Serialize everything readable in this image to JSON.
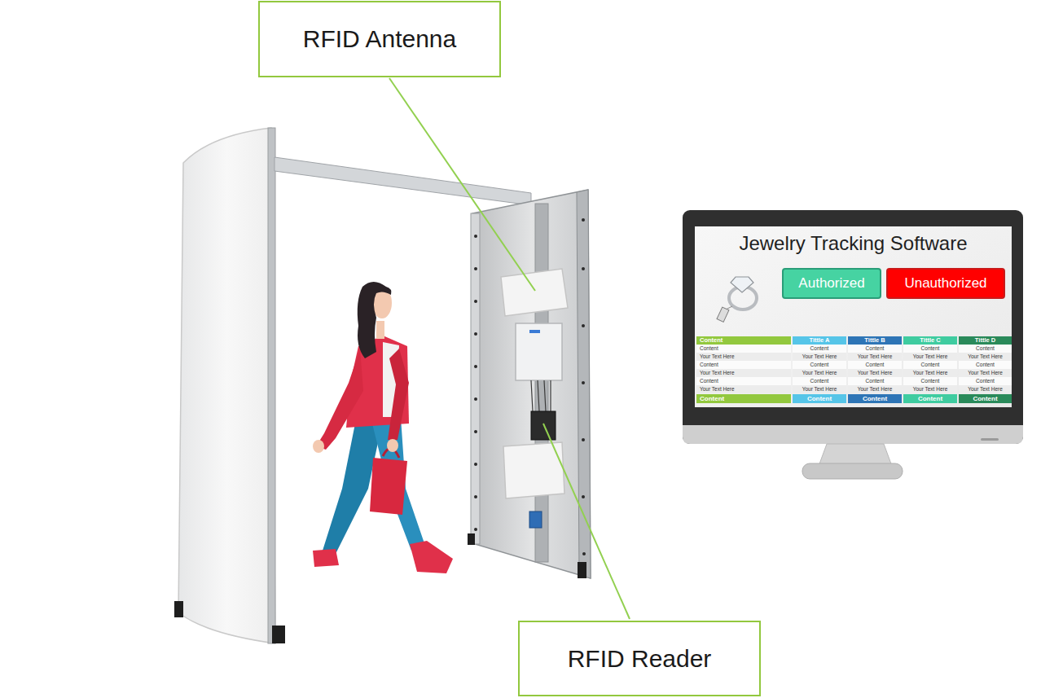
{
  "diagram": {
    "nodes": [
      {
        "text": [
          "RFID Antenna"
        ]
      },
      {
        "text": [
          "Jewelry Tracking Software"
        ]
      },
      {
        "text": [
          "Authorized"
        ],
        "in": 1
      },
      {
        "text": [
          "Unauthorized"
        ],
        "in": 1
      },
      {
        "text": [
          "RFID Reader"
        ]
      }
    ],
    "labels": [
      "Content",
      "Tittle A",
      "Tittle B",
      "Tittle C",
      "Tittle D",
      "Content",
      "Content",
      "Content",
      "Content",
      "Content",
      "Your Text Here",
      "Your Text Here",
      "Your Text Here",
      "Your Text Here",
      "Your Text Here",
      "Content",
      "Content",
      "Content",
      "Content",
      "Content",
      "Your Text Here",
      "Your Text Here",
      "Your Text Here",
      "Your Text Here",
      "Your Text Here",
      "Content",
      "Content",
      "Content",
      "Content",
      "Content",
      "Your Text Here",
      "Your Text Here",
      "Your Text Here",
      "Your Text Here",
      "Your Text Here",
      "Content",
      "Content",
      "Content",
      "Content",
      "Content"
    ]
  }
}
